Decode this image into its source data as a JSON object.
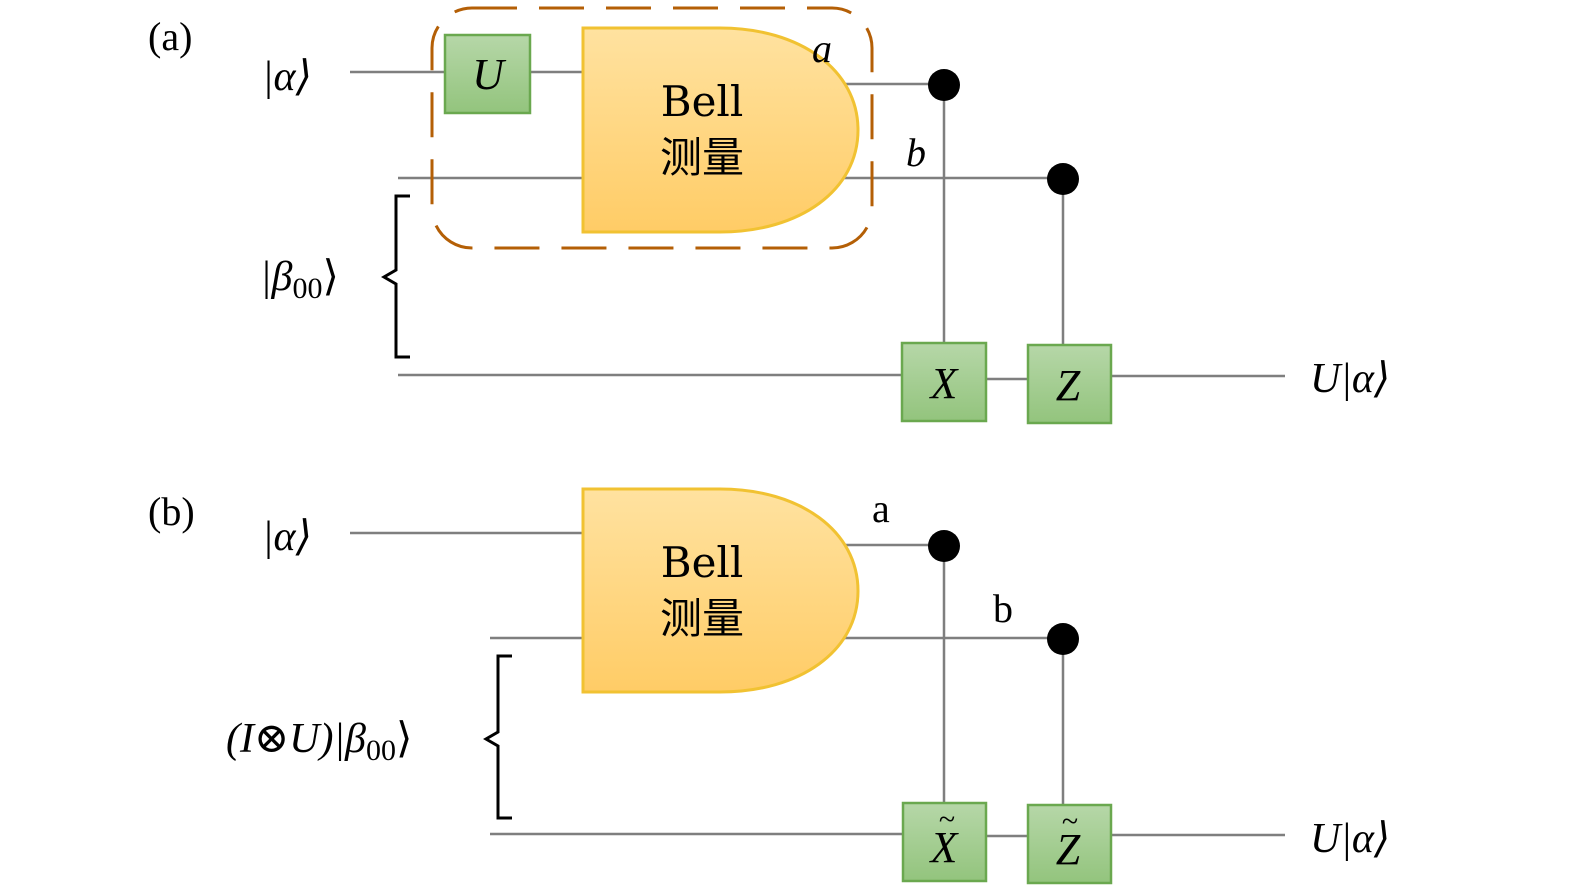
{
  "panel_a": {
    "label": "(a)",
    "input_state": "|α⟩",
    "pair_state": "|β00⟩",
    "pair_state_base": "|β",
    "pair_state_sub": "00",
    "pair_state_close": "⟩",
    "gate_u": "U",
    "bell_line1": "Bell",
    "bell_line2": "测量",
    "bit_a": "a",
    "bit_b": "b",
    "gate_x": "X",
    "gate_z": "Z",
    "output_state": "U|α⟩"
  },
  "panel_b": {
    "label": "(b)",
    "input_state": "|α⟩",
    "pair_state": "(I⊗U)|β00⟩",
    "pair_state_base": "(I⊗U)|β",
    "pair_state_sub": "00",
    "pair_state_close": "⟩",
    "bell_line1": "Bell",
    "bell_line2": "测量",
    "bit_a": "a",
    "bit_b": "b",
    "gate_x": "X",
    "gate_z": "Z",
    "tilde": "~",
    "output_state": "U|α⟩"
  },
  "colors": {
    "wire": "#7f7f7f",
    "gate_fill": "#a9d18e",
    "gate_border": "#6aa84f",
    "bell_fill": "#ffd77f",
    "bell_border": "#f1c232",
    "dashed_box": "#b45f06"
  }
}
